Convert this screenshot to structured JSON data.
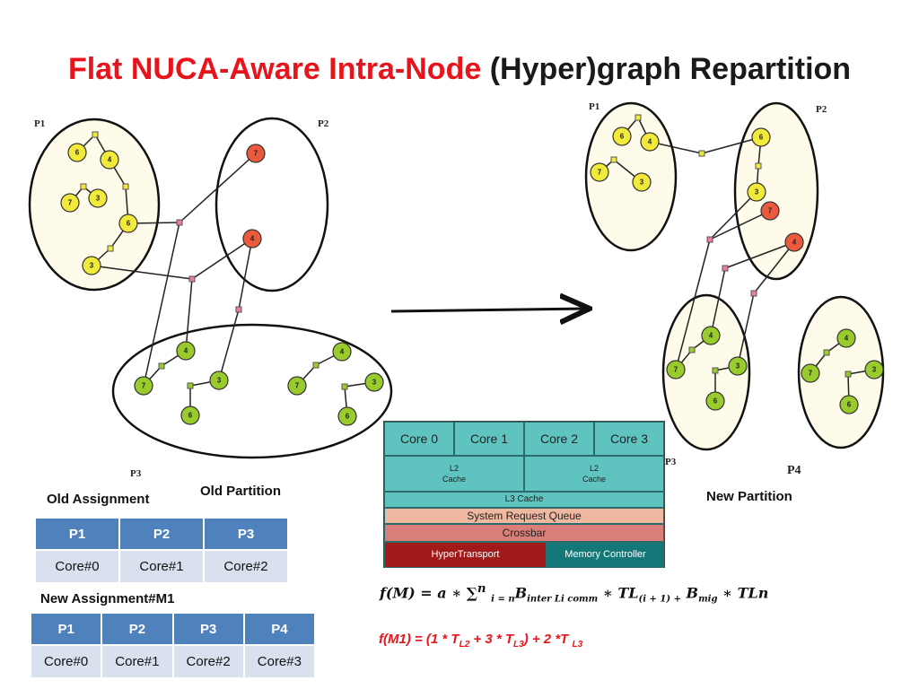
{
  "title": {
    "red": "Flat NUCA-Aware Intra-Node",
    "black": "(Hyper)graph Repartition"
  },
  "old_graph": {
    "partition_labels": [
      "P1",
      "P2",
      "P3"
    ],
    "nodes": [
      {
        "label": "6",
        "color": "yellow"
      },
      {
        "label": "4",
        "color": "yellow"
      },
      {
        "label": "7",
        "color": "yellow"
      },
      {
        "label": "3",
        "color": "yellow"
      },
      {
        "label": "6",
        "color": "yellow"
      },
      {
        "label": "3",
        "color": "yellow"
      },
      {
        "label": "7",
        "color": "red"
      },
      {
        "label": "4",
        "color": "red"
      },
      {
        "label": "4",
        "color": "green"
      },
      {
        "label": "7",
        "color": "green"
      },
      {
        "label": "3",
        "color": "green"
      },
      {
        "label": "6",
        "color": "green"
      },
      {
        "label": "7",
        "color": "green"
      },
      {
        "label": "4",
        "color": "green"
      },
      {
        "label": "3",
        "color": "green"
      },
      {
        "label": "6",
        "color": "green"
      }
    ]
  },
  "new_graph": {
    "partition_labels": [
      "P1",
      "P2",
      "P3",
      "P4"
    ],
    "nodes": [
      {
        "label": "6",
        "color": "yellow"
      },
      {
        "label": "4",
        "color": "yellow"
      },
      {
        "label": "7",
        "color": "yellow"
      },
      {
        "label": "3",
        "color": "yellow"
      },
      {
        "label": "6",
        "color": "yellow"
      },
      {
        "label": "3",
        "color": "yellow"
      },
      {
        "label": "7",
        "color": "red"
      },
      {
        "label": "4",
        "color": "red"
      },
      {
        "label": "4",
        "color": "green"
      },
      {
        "label": "7",
        "color": "green"
      },
      {
        "label": "3",
        "color": "green"
      },
      {
        "label": "6",
        "color": "green"
      },
      {
        "label": "4",
        "color": "green"
      },
      {
        "label": "7",
        "color": "green"
      },
      {
        "label": "3",
        "color": "green"
      },
      {
        "label": "6",
        "color": "green"
      }
    ]
  },
  "labels": {
    "old_partition": "Old Partition",
    "new_partition": "New Partition",
    "old_assignment": "Old Assignment",
    "new_assignment": "New Assignment#M1"
  },
  "old_table": {
    "headers": [
      "P1",
      "P2",
      "P3"
    ],
    "cells": [
      "Core#0",
      "Core#1",
      "Core#2"
    ]
  },
  "new_table": {
    "headers": [
      "P1",
      "P2",
      "P3",
      "P4"
    ],
    "cells": [
      "Core#0",
      "Core#1",
      "Core#2",
      "Core#3"
    ]
  },
  "processor": {
    "cores": [
      "Core 0",
      "Core 1",
      "Core 2",
      "Core 3"
    ],
    "l2": [
      "L2",
      "Cache"
    ],
    "l3": "L3 Cache",
    "srq": "System Request Queue",
    "crossbar": "Crossbar",
    "hypertransport": "HyperTransport",
    "memory_controller": "Memory Controller"
  },
  "formula_cost": {
    "lhs": "f(M) = a ∗ ∑",
    "sum_sup": "n",
    "sum_sub": "i = n",
    "b_inter": "B",
    "b_inter_sub": "inter Li comm",
    "mid": "∗ TL",
    "tl_sub": "(i + 1) +",
    "b_mig": "B",
    "b_mig_sub": "mig",
    "tail": "∗ TLn"
  },
  "formula_example": {
    "part1": "f(M1) =  (1 * T",
    "sub1": "L2",
    "part2": " + 3 * T",
    "sub2": "L3",
    "part3": ") + 2 *T ",
    "sub3": "L3"
  },
  "colors": {
    "title_red": "#e8141b",
    "node_yellow": "#f2ea3a",
    "node_red": "#ec5a3e",
    "node_green": "#9acb2c",
    "table_header": "#4f81bd",
    "table_cell": "#d9e1ef"
  }
}
